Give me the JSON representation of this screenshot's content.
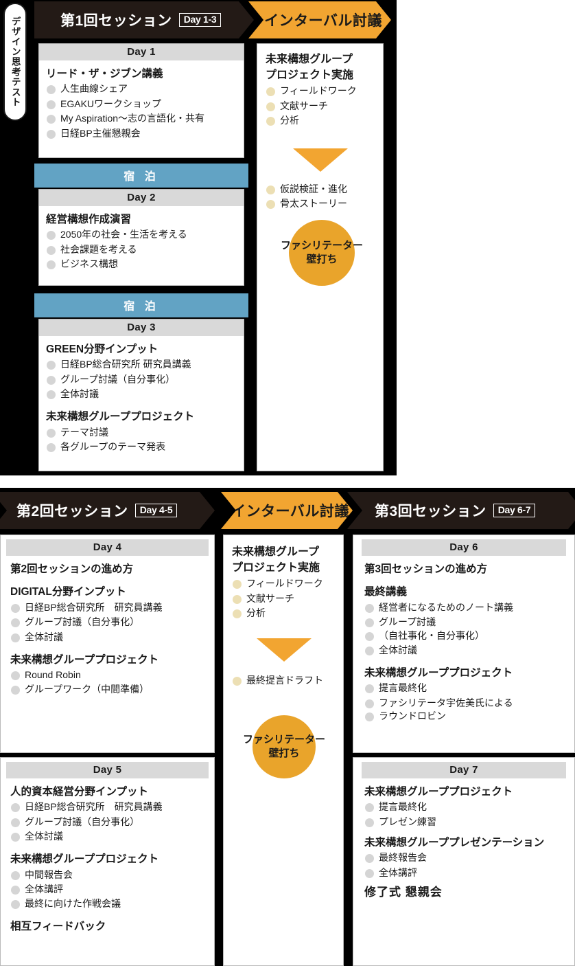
{
  "side_tab": {
    "label": "デザイン思考テスト"
  },
  "colors": {
    "dark": "#231a16",
    "orange": "#F2A531",
    "circle_orange": "#E9A42B",
    "stay_blue": "#62a3c4",
    "daybar_gray": "#d9d9d9",
    "bullet_gray": "#d5d5d5",
    "bullet_cream": "#ecdfb4"
  },
  "top": {
    "headers": [
      {
        "title": "第1回セッション",
        "badge": "Day 1-3",
        "style": "dark"
      },
      {
        "title": "インターバル討議",
        "badge": "",
        "style": "orange"
      }
    ],
    "stay_label": "宿 泊",
    "days": [
      {
        "day": "Day 1",
        "groups": [
          {
            "heading": "リード・ザ・ジブン講義",
            "items": [
              "人生曲線シェア",
              "EGAKUワークショップ",
              "My Aspiration〜志の言語化・共有",
              "日経BP主催懇親会"
            ]
          }
        ]
      },
      {
        "day": "Day 2",
        "groups": [
          {
            "heading": "経営構想作成演習",
            "items": [
              "2050年の社会・生活を考える",
              "社会課題を考える",
              "ビジネス構想"
            ]
          }
        ]
      },
      {
        "day": "Day 3",
        "groups": [
          {
            "heading": "GREEN分野インプット",
            "items": [
              "日経BP総合研究所 研究員講義",
              "グループ討議（自分事化）",
              "全体討議"
            ]
          },
          {
            "heading": "未来構想グループプロジェクト",
            "items": [
              "テーマ討議",
              "各グループのテーマ発表"
            ]
          }
        ]
      }
    ],
    "interval": {
      "heading": "未来構想グループ\nプロジェクト実施",
      "heading_line1": "未来構想グループ",
      "heading_line2": "プロジェクト実施",
      "items_top": [
        "フィールドワーク",
        "文献サーチ",
        "分析"
      ],
      "items_bottom": [
        "仮説検証・進化",
        "骨太ストーリー"
      ],
      "circle_line1": "ファシリテーター",
      "circle_line2": "壁打ち"
    }
  },
  "bottom": {
    "headers": [
      {
        "title": "第2回セッション",
        "badge": "Day 4-5",
        "style": "dark"
      },
      {
        "title": "インターバル討議",
        "badge": "",
        "style": "orange"
      },
      {
        "title": "第3回セッション",
        "badge": "Day 6-7",
        "style": "dark"
      }
    ],
    "session2": [
      {
        "day": "Day 4",
        "groups": [
          {
            "heading": "第2回セッションの進め方",
            "items": []
          },
          {
            "heading": "DIGITAL分野インプット",
            "items": [
              "日経BP総合研究所　研究員講義",
              "グループ討議（自分事化）",
              "全体討議"
            ]
          },
          {
            "heading": "未来構想グループプロジェクト",
            "items": [
              "Round Robin",
              "グループワーク（中間準備）"
            ]
          }
        ]
      },
      {
        "day": "Day 5",
        "groups": [
          {
            "heading": "人的資本経営分野インプット",
            "items": [
              "日経BP総合研究所　研究員講義",
              "グループ討議（自分事化）",
              "全体討議"
            ]
          },
          {
            "heading": "未来構想グループプロジェクト",
            "items": [
              "中間報告会",
              "全体講評",
              "最終に向けた作戦会議"
            ]
          },
          {
            "heading": "相互フィードバック",
            "items": []
          }
        ]
      }
    ],
    "interval": {
      "heading_line1": "未来構想グループ",
      "heading_line2": "プロジェクト実施",
      "items_top": [
        "フィールドワーク",
        "文献サーチ",
        "分析"
      ],
      "items_bottom": [
        "最終提言ドラフト"
      ],
      "circle_line1": "ファシリテーター",
      "circle_line2": "壁打ち"
    },
    "session3": [
      {
        "day": "Day 6",
        "groups": [
          {
            "heading": "第3回セッションの進め方",
            "items": []
          },
          {
            "heading": "最終講義",
            "items": [
              "経営者になるためのノート講義",
              "グループ討議",
              "全体討議"
            ],
            "item_continuations": {
              "1": "（自社事化・自分事化）"
            }
          },
          {
            "heading": "未来構想グループプロジェクト",
            "items": [
              "提言最終化",
              "ファシリテータ宇佐美氏による"
            ],
            "item_continuations": {
              "1": "ラウンドロビン"
            }
          }
        ]
      },
      {
        "day": "Day 7",
        "groups": [
          {
            "heading": "未来構想グループプロジェクト",
            "items": [
              "提言最終化",
              "プレゼン練習"
            ]
          },
          {
            "heading": "未来構想グループプレゼンテーション",
            "items": [
              "最終報告会",
              "全体講評"
            ]
          },
          {
            "heading": "修了式  懇親会",
            "items": []
          }
        ]
      }
    ]
  }
}
